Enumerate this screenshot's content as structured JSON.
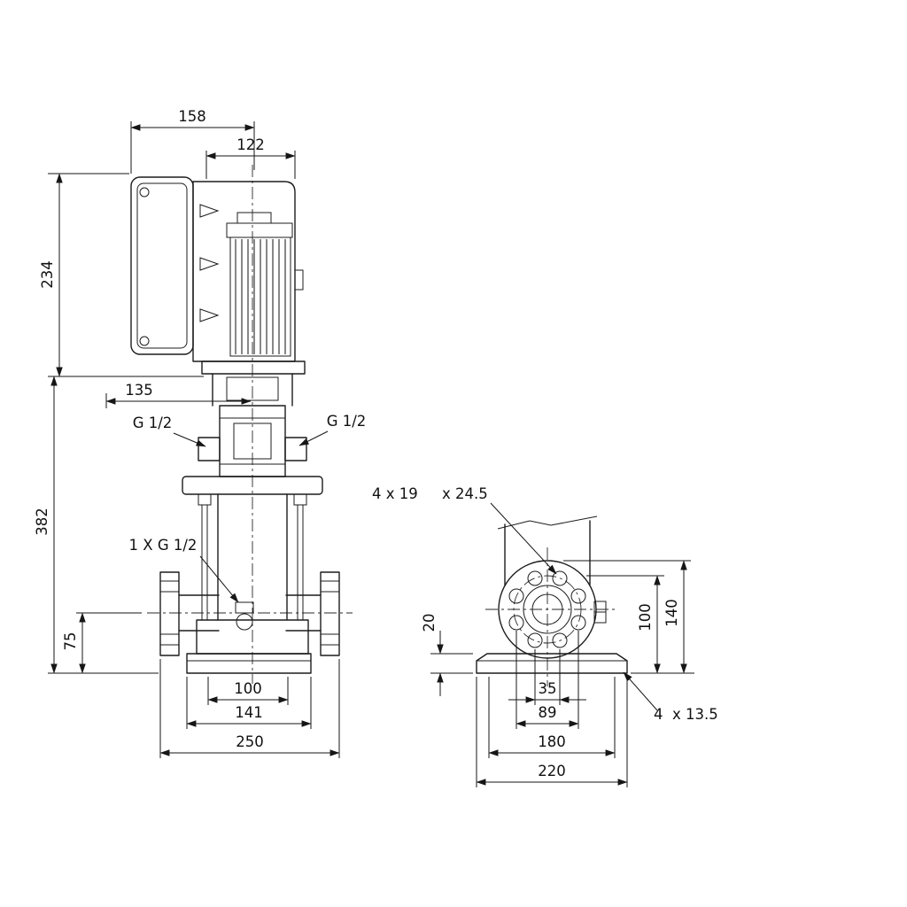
{
  "side_view": {
    "top_width": "158",
    "motor_width": "122",
    "motor_height": "234",
    "head_width": "135",
    "pump_height": "382",
    "port_height": "75",
    "gauge_left": "G 1/2",
    "gauge_right": "G 1/2",
    "drain": "1 X G 1/2",
    "base_hole_spacing": "100",
    "base_length": "141",
    "port_distance": "250"
  },
  "end_view": {
    "flange_holes": "4 x 19",
    "flange_holes_cb": "x 24.5",
    "bolt_top_height": "100",
    "flange_top_height": "140",
    "base_height": "20",
    "hole_pitch_narrow": "35",
    "hole_pitch_wide": "89",
    "foot_hole_pitch": "180",
    "base_width": "220",
    "base_holes": "4  x 13.5"
  }
}
